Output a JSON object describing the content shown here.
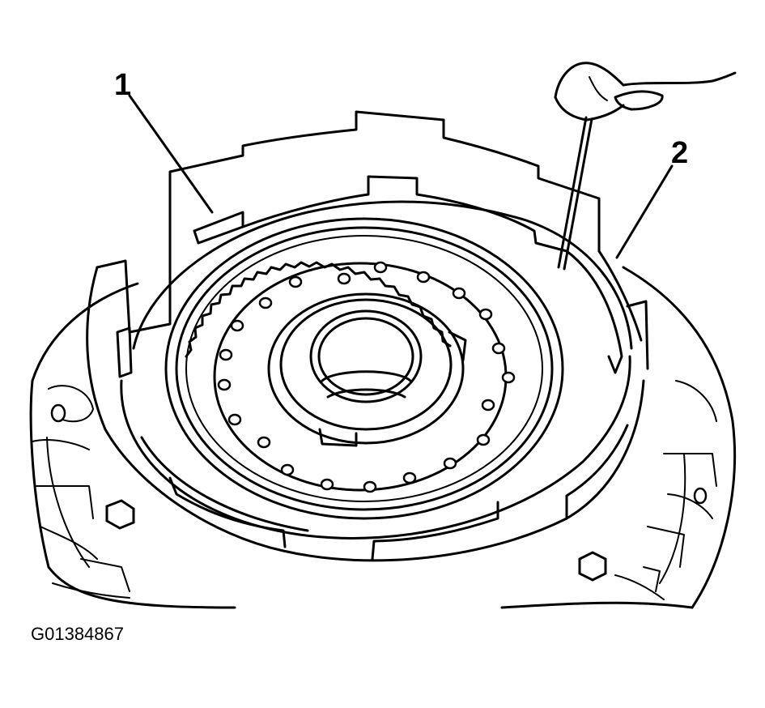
{
  "callouts": {
    "one": "1",
    "two": "2"
  },
  "figure_id": "G01384867"
}
